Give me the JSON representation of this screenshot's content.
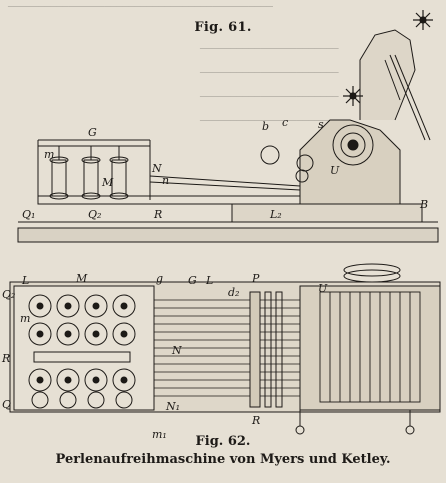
{
  "figure_top": {
    "caption": "Fig. 61."
  },
  "figure_bottom": {
    "caption": "Fig. 62.",
    "title": "Perlenaufreihmaschine von Myers und Ketley."
  },
  "labels_top": [
    "G",
    "m",
    "M",
    "N",
    "n",
    "Q₁",
    "Q₂",
    "R",
    "b",
    "c",
    "L₂",
    "U",
    "B",
    "s"
  ],
  "labels_bottom": [
    "L",
    "M",
    "m",
    "g",
    "N",
    "G",
    "L",
    "Q₂",
    "R",
    "m₁",
    "N₁",
    "P",
    "Q",
    "d₂",
    "U",
    "R"
  ]
}
